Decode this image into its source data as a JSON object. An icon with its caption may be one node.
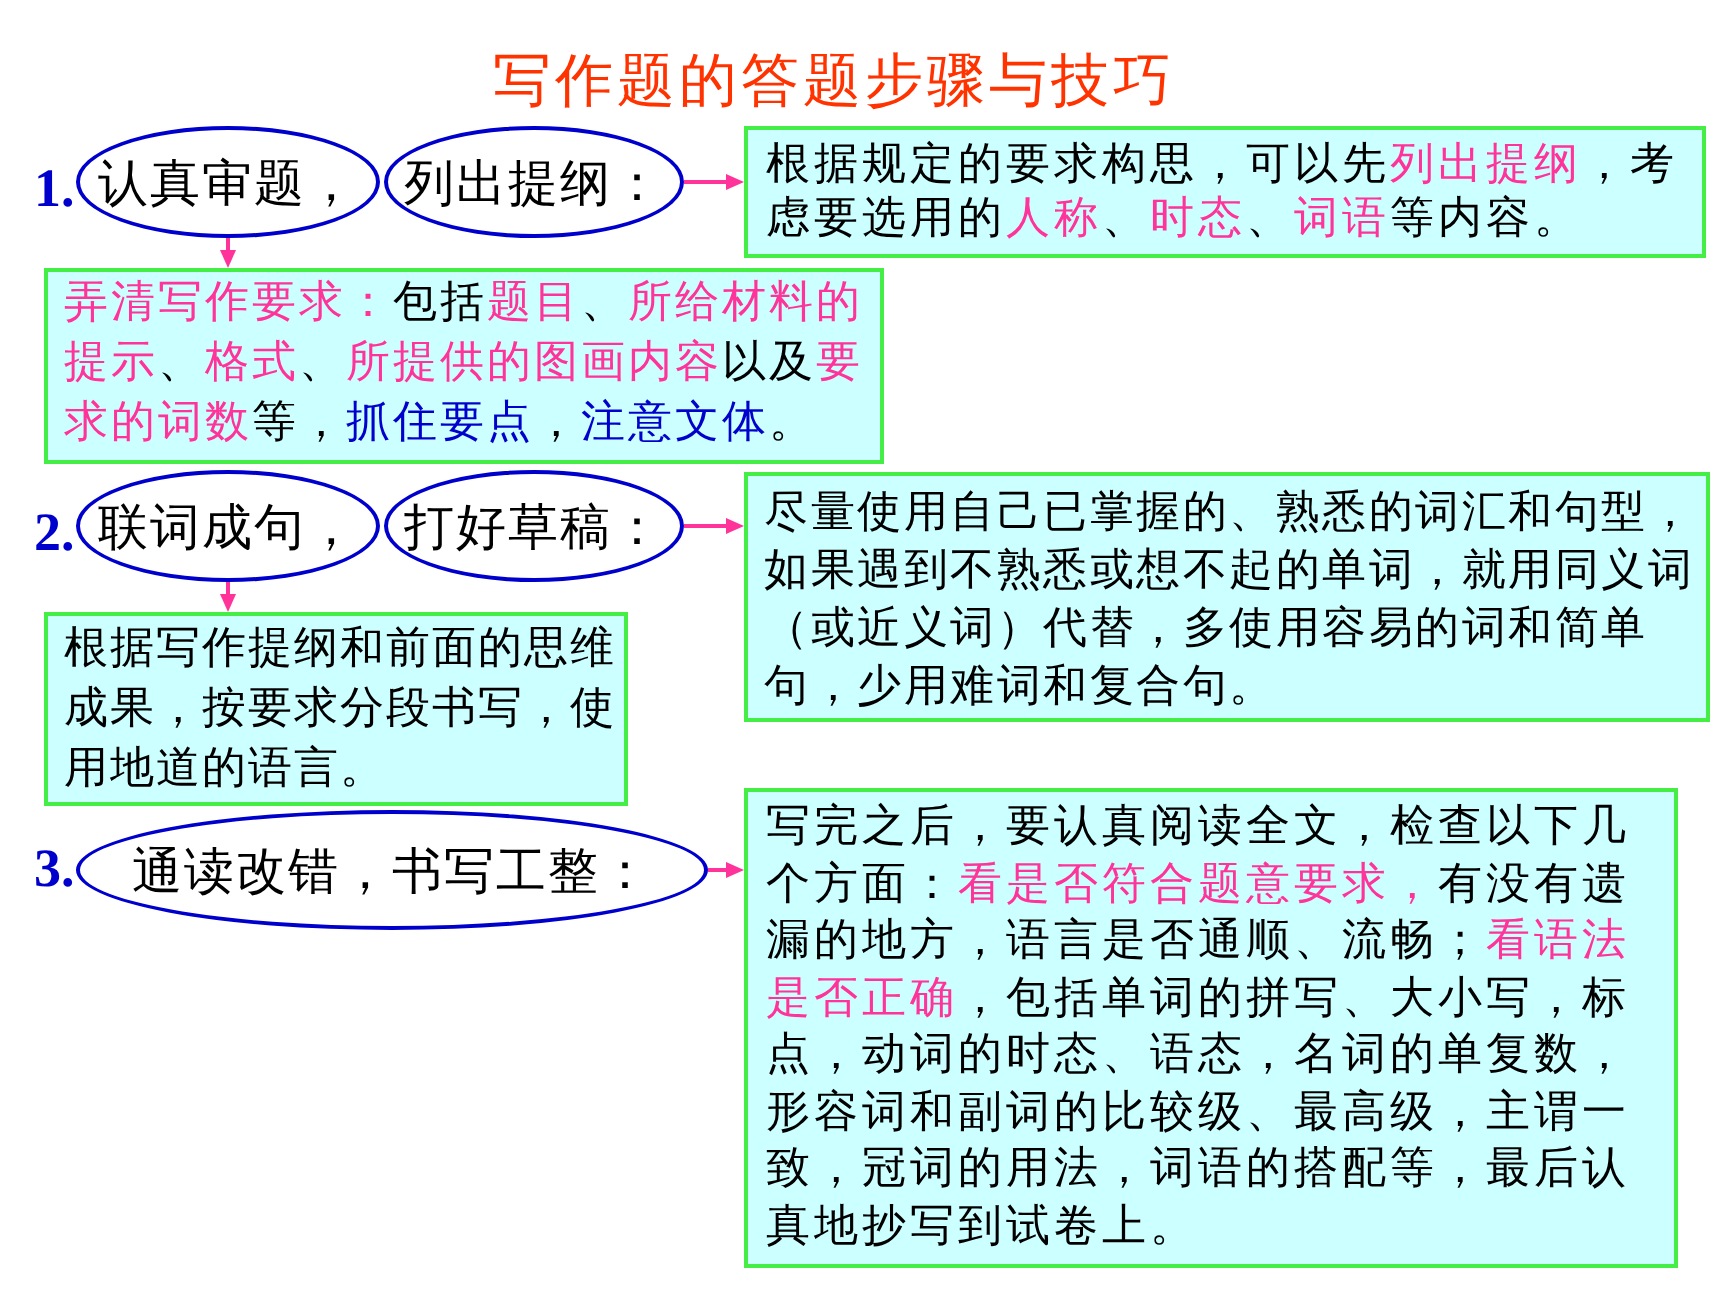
{
  "diagram": {
    "title": "写作题的答题步骤与技巧",
    "nodes": [
      {
        "text": [
          "认真审题，"
        ],
        "beside": [
          "1."
        ]
      },
      {
        "text": [
          "列出提纲："
        ]
      },
      {
        "text": [
          "根据规定的要求构思，可以先**列出提纲**，考虑要选用的**人称**、**时态**、**词语**等内容。"
        ]
      },
      {
        "text": [
          "**弄清写作要求：**包括**题目**、**所给材料的提示**、**格式**、**所提供的图画内容**以及**要求的词数**等，*抓住要点*，*注意文体*。"
        ]
      },
      {
        "text": [
          "联词成句，"
        ],
        "beside": [
          "2."
        ]
      },
      {
        "text": [
          "打好草稿："
        ]
      },
      {
        "text": [
          "尽量使用自己已掌握的、熟悉的词汇和句型，如果遇到不熟悉或想不起的单词，就用同义词（或近义词）代替，多使用容易的词和简单句，少用难词和复合句。"
        ]
      },
      {
        "text": [
          "根据写作提纲和前面的思维成果，按要求分段书写，使用地道的语言。"
        ]
      },
      {
        "text": [
          "通读改错，书写工整："
        ],
        "beside": [
          "3."
        ]
      },
      {
        "text": [
          "写完之后，要认真阅读全文，检查以下几个方面：**看是否符合题意要求，**有没有遗漏的地方，语言是否通顺、流畅；**看语法是否正确**，包括单词的拼写、大小写，标点，动词的时态、语态，名词的单复数，形容词和副词的比较级、最高级，主谓一致，冠词的用法，词语的搭配等，最后认真地抄写到试卷上。"
        ]
      }
    ],
    "edges": [
      {
        "from": 1,
        "to": 2,
        "arrow": "to"
      },
      {
        "from": 0,
        "to": 3,
        "arrow": "to"
      },
      {
        "from": 5,
        "to": 6,
        "arrow": "to"
      },
      {
        "from": 4,
        "to": 7,
        "arrow": "to"
      },
      {
        "from": 8,
        "to": 9,
        "arrow": "to"
      }
    ]
  }
}
